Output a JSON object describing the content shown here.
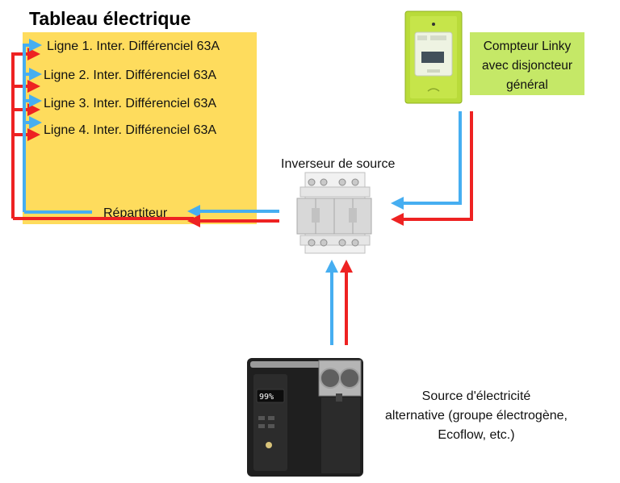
{
  "title": "Tableau électrique",
  "panel_lines": [
    "Ligne 1. Inter. Différenciel 63A",
    "Ligne 2. Inter. Différenciel 63A",
    "Ligne 3. Inter. Différenciel 63A",
    "Ligne 4. Inter. Différenciel 63A"
  ],
  "repartiteur": "Répartiteur",
  "inverseur": "Inverseur de source",
  "compteur_lines": [
    "Compteur Linky",
    "avec disjoncteur",
    "général"
  ],
  "source_lines": [
    "Source d'électricité",
    "alternative (groupe électrogène,",
    "Ecoflow, etc.)"
  ],
  "generator_display": "99%",
  "colors": {
    "panel": "#fedc5d",
    "linky_box": "#c5e867",
    "blue_wire": "#46aef1",
    "red_wire": "#ee2222"
  },
  "icons": {
    "meter": "linky-meter-icon",
    "switch": "source-switch-icon",
    "generator": "portable-power-station-icon"
  }
}
